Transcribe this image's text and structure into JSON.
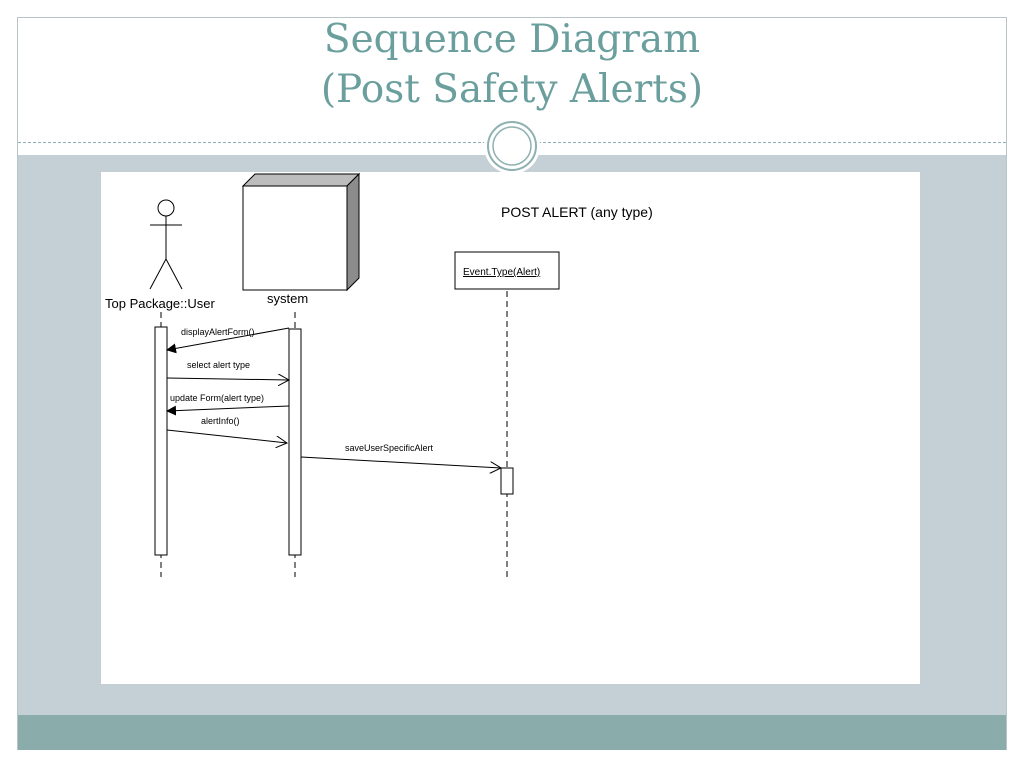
{
  "slide": {
    "title_line1": "Sequence Diagram",
    "title_line2": "(Post Safety Alerts)"
  },
  "diagram": {
    "heading": "POST ALERT (any type)",
    "lifelines": {
      "user": "Top Package::User",
      "system": "system",
      "event": "Event.Type(Alert)"
    },
    "messages": {
      "m1": "displayAlertForm()",
      "m2": "select alert type",
      "m3": "update Form(alert type)",
      "m4": "alertInfo()",
      "m5": "saveUserSpecificAlert"
    }
  },
  "colors": {
    "title": "#6b9f9d",
    "content_band": "#c5d0d6",
    "footer_band": "#8aadac",
    "divider": "#8fb0b0"
  }
}
